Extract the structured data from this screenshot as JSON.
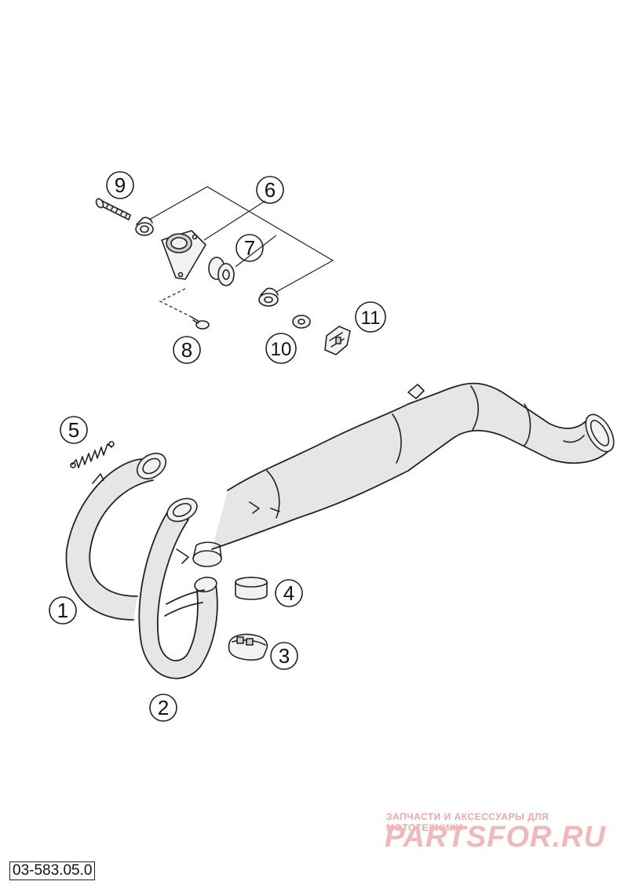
{
  "diagram": {
    "drawing_code": "03-583.05.0",
    "watermark": {
      "tagline": "ЗАПЧАСТИ И АКСЕССУАРЫ ДЛЯ МОТОТЕХНИКИ",
      "brand": "PARTSFOR.RU"
    },
    "callouts": [
      {
        "id": "1",
        "label": "1"
      },
      {
        "id": "2",
        "label": "2"
      },
      {
        "id": "3",
        "label": "3"
      },
      {
        "id": "4",
        "label": "4"
      },
      {
        "id": "5",
        "label": "5"
      },
      {
        "id": "6",
        "label": "6"
      },
      {
        "id": "7",
        "label": "7"
      },
      {
        "id": "8",
        "label": "8"
      },
      {
        "id": "9",
        "label": "9"
      },
      {
        "id": "10",
        "label": "10"
      },
      {
        "id": "11",
        "label": "11"
      }
    ]
  }
}
